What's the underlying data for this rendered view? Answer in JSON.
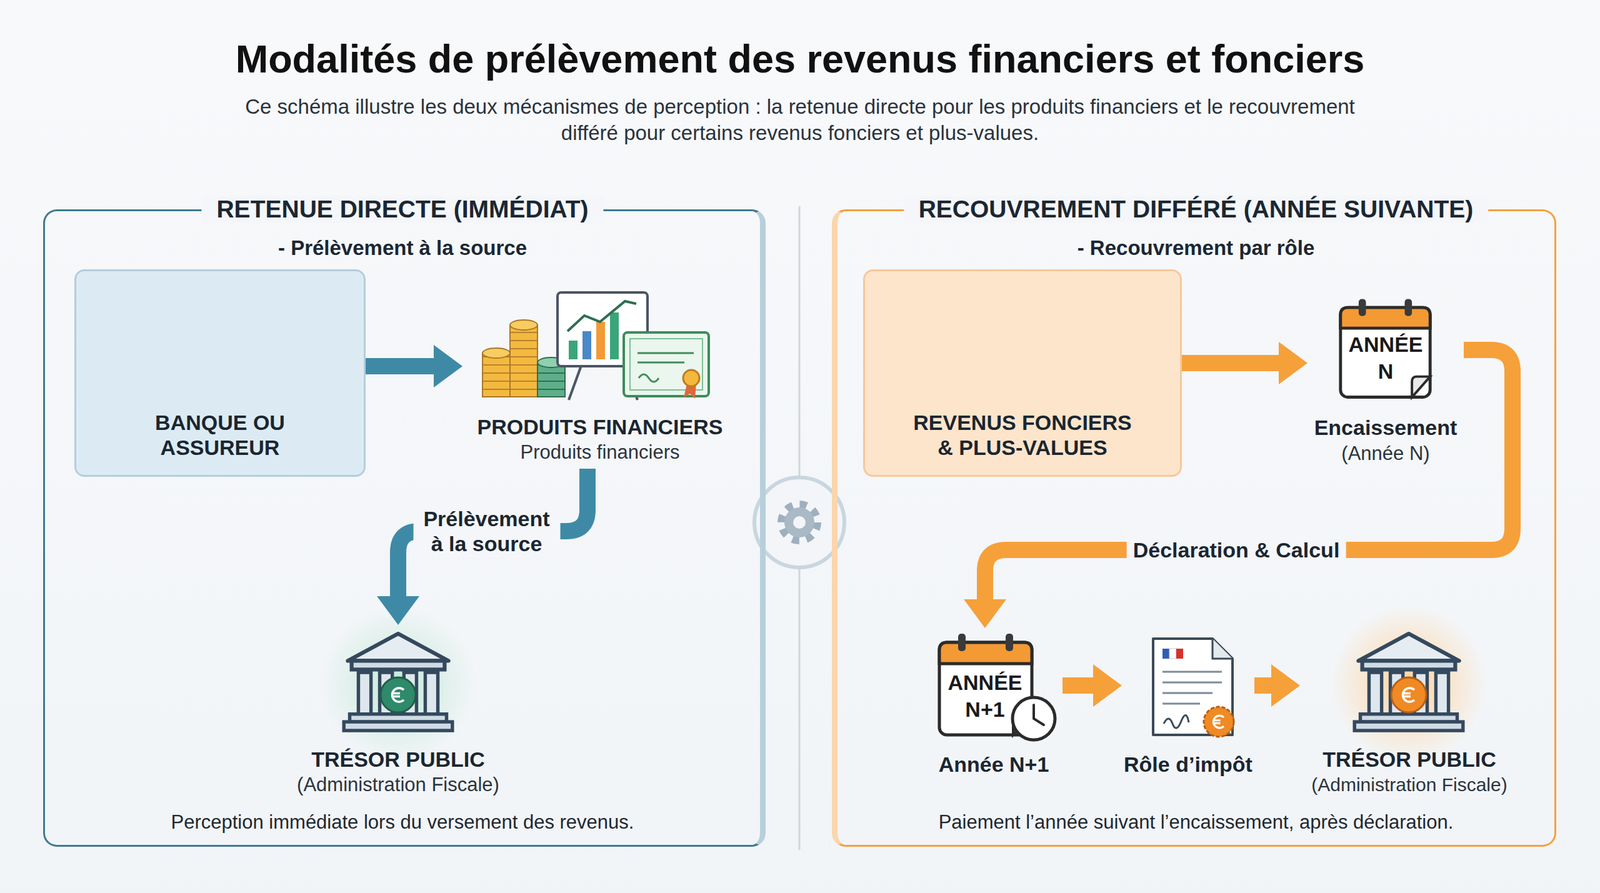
{
  "diagram": {
    "title": "Modalités de prélèvement des revenus financiers et fonciers",
    "caption": "Ce schéma illustre les deux mécanismes de perception : la retenue directe pour les produits financiers et le recouvrement différé pour certains revenus fonciers et plus-values.",
    "nodes": [
      {
        "text": [
          "RETENUE DIRECTE (IMMÉDIAT)",
          "- Prélèvement à la source",
          "Perception immédiate lors du versement des revenus."
        ]
      },
      {
        "text": [
          "BANQUE OU ASSUREUR"
        ],
        "in": 0
      },
      {
        "text": [
          "PRODUITS FINANCIERS",
          "Produits financiers"
        ],
        "in": 0
      },
      {
        "text": [
          "TRÉSOR PUBLIC",
          "(Administration Fiscale)"
        ],
        "in": 0
      },
      {
        "text": [
          "RECOUVREMENT DIFFÉRÉ (ANNÉE SUIVANTE)",
          "- Recouvrement par rôle",
          "Paiement l’année suivant l’encaissement, après déclaration."
        ]
      },
      {
        "text": [
          "REVENUS FONCIERS & PLUS-VALUES"
        ],
        "in": 4
      },
      {
        "text": [
          "ANNÉE N",
          "Encaissement",
          "(Année N)"
        ],
        "in": 4
      },
      {
        "text": [
          "ANNÉE N+1",
          "Année N+1"
        ],
        "in": 4
      },
      {
        "text": [
          "Rôle d’impôt"
        ],
        "in": 4
      },
      {
        "text": [
          "TRÉSOR PUBLIC",
          "(Administration Fiscale)"
        ],
        "in": 4
      }
    ],
    "edges": [
      {
        "from": 1,
        "to": 2,
        "arrow": "to"
      },
      {
        "from": 2,
        "to": 3,
        "label": "Prélèvement à la source",
        "arrow": "to"
      },
      {
        "from": 5,
        "to": 6,
        "arrow": "to"
      },
      {
        "from": 6,
        "to": 7,
        "label": "Déclaration & Calcul",
        "arrow": "to"
      },
      {
        "from": 7,
        "to": 8,
        "arrow": "to"
      },
      {
        "from": 8,
        "to": 9,
        "arrow": "to"
      }
    ]
  }
}
